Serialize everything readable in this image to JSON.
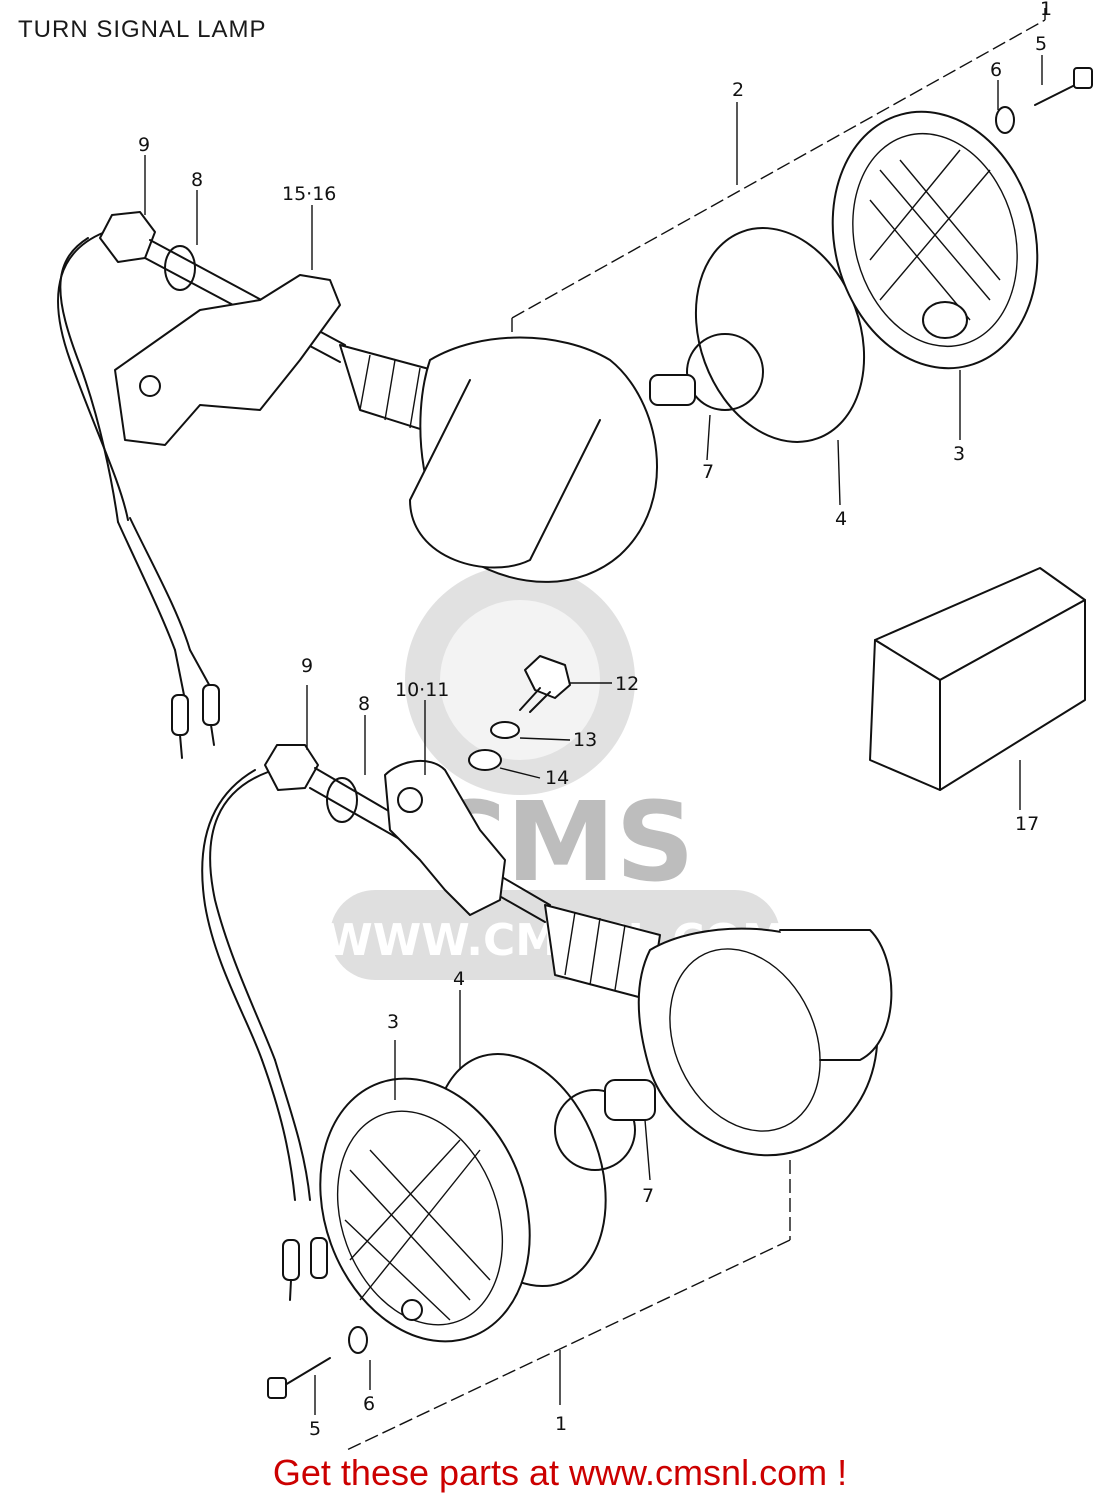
{
  "title": "TURN SIGNAL LAMP",
  "footer": "Get these parts at www.cmsnl.com !",
  "watermark": {
    "brand": "CMS",
    "url": "WWW.CMSNL.COM",
    "color": "#c9c9c9"
  },
  "callouts": {
    "c1_top": "1",
    "c2": "2",
    "c3_top": "3",
    "c4_top": "4",
    "c5_top": "5",
    "c6_top": "6",
    "c7_top": "7",
    "c8_top": "8",
    "c9_top": "9",
    "c15_16": "15·16",
    "c17": "17",
    "c9_bot": "9",
    "c8_bot": "8",
    "c10_11": "10·11",
    "c12": "12",
    "c13": "13",
    "c14": "14",
    "c4_bot": "4",
    "c3_bot": "3",
    "c7_bot": "7",
    "c6_bot": "6",
    "c5_bot": "5",
    "c1_bot": "1"
  },
  "colors": {
    "line": "#111111",
    "footer": "#cc0000"
  }
}
